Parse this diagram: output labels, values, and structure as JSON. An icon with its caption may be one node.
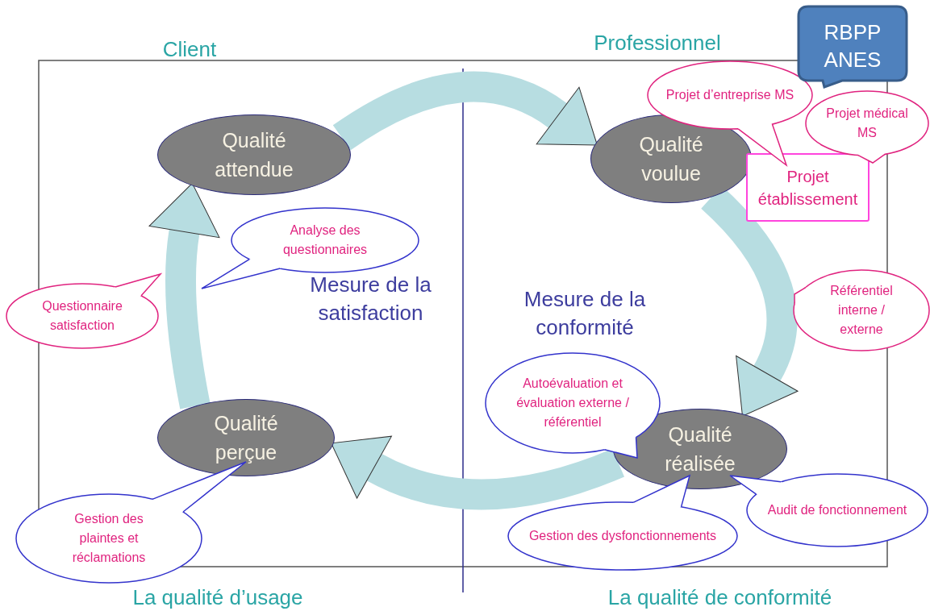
{
  "diagram": {
    "nodes": [
      {
        "text": [
          "RBPP",
          "ANES"
        ]
      },
      {
        "text": [
          "Projet d’entreprise MS"
        ]
      },
      {
        "text": [
          "Projet médical MS"
        ]
      },
      {
        "text": [
          "Qualité attendue"
        ]
      },
      {
        "text": [
          "Qualité voulue"
        ]
      },
      {
        "text": [
          "Projet établissement"
        ]
      },
      {
        "text": [
          "Analyse des questionnaires"
        ]
      },
      {
        "text": [
          "Questionnaire satisfaction"
        ]
      },
      {
        "text": [
          "Référentiel interne / externe"
        ]
      },
      {
        "text": [
          "Autoévaluation et évaluation externe / référentiel"
        ]
      },
      {
        "text": [
          "Qualité perçue"
        ]
      },
      {
        "text": [
          "Qualité réalisée"
        ]
      },
      {
        "text": [
          "Audit de fonctionnement"
        ]
      },
      {
        "text": [
          "Gestion des dysfonctionnements"
        ]
      },
      {
        "text": [
          "Gestion des plaintes et réclamations"
        ]
      }
    ],
    "edges": [
      {
        "from": 3,
        "to": 4,
        "arrow": "to"
      },
      {
        "from": 4,
        "to": 11,
        "arrow": "to"
      },
      {
        "from": 11,
        "to": 10,
        "arrow": "to"
      },
      {
        "from": 10,
        "to": 3,
        "arrow": "to"
      }
    ],
    "labels": [
      "Client",
      "Professionnel",
      "Mesure de la satisfaction",
      "Mesure de la conformité",
      "La qualité d’usage",
      "La qualité de conformité"
    ]
  }
}
